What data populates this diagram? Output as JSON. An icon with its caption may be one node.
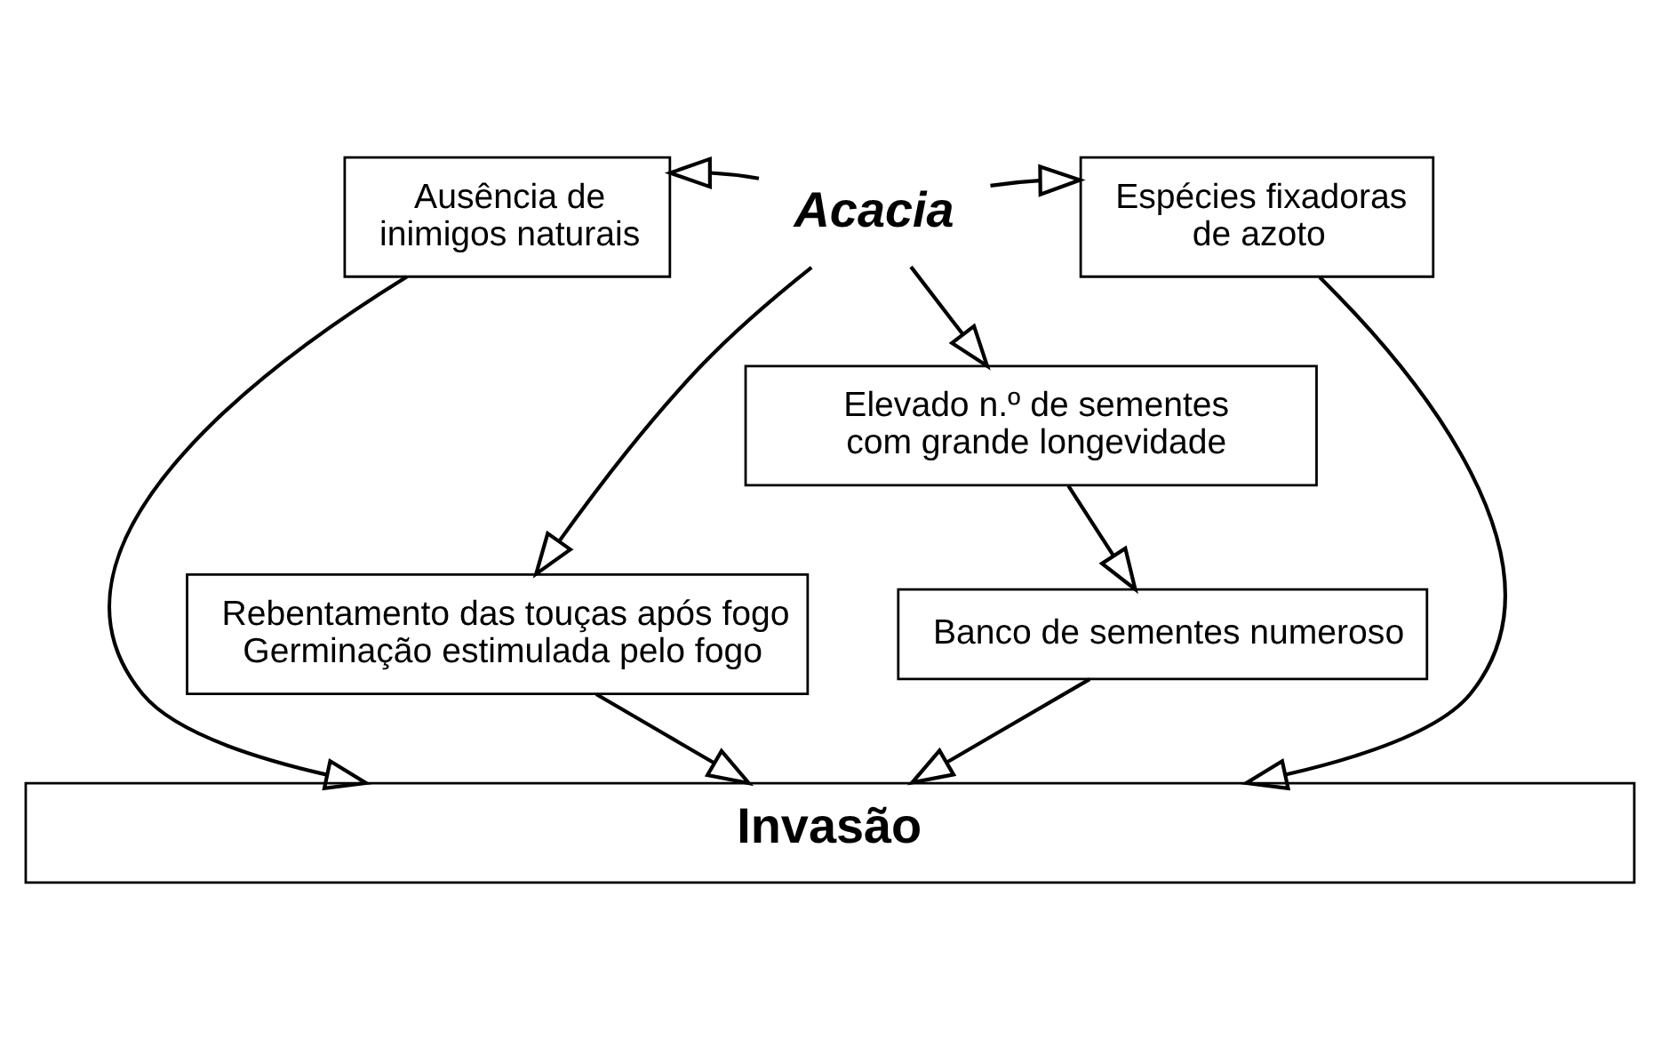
{
  "diagram": {
    "nodes": [
      {
        "text": [
          "Rebentamento das touças após fogo",
          "Germinação estimulada pelo fogo"
        ]
      },
      {
        "text": [
          "Acacia"
        ]
      },
      {
        "text": [
          "Ausência de inimigos naturais"
        ]
      },
      {
        "text": [
          "Espécies fixadoras de azoto"
        ]
      },
      {
        "text": [
          "Elevado n.º de sementes com grande longevidade"
        ]
      },
      {
        "text": [
          "Banco de sementes numeroso"
        ]
      },
      {
        "text": [
          "Invasão"
        ]
      }
    ],
    "edges": [
      {
        "from": 1,
        "to": 0,
        "arrow": "to"
      },
      {
        "from": 1,
        "to": 2,
        "arrow": "to"
      },
      {
        "from": 1,
        "to": 3,
        "arrow": "to"
      },
      {
        "from": 1,
        "to": 4,
        "arrow": "to"
      },
      {
        "from": 4,
        "to": 5,
        "arrow": "to"
      },
      {
        "from": 5,
        "to": 6,
        "arrow": "to"
      },
      {
        "from": 2,
        "to": 6,
        "arrow": "to"
      },
      {
        "from": 3,
        "to": 6,
        "arrow": "to"
      },
      {
        "from": 0,
        "to": 6,
        "arrow": "to"
      }
    ]
  }
}
